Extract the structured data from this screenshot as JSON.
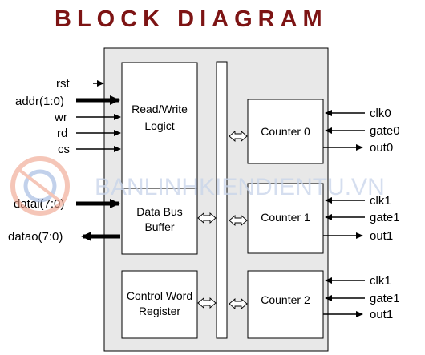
{
  "title": "BLOCK DIAGRAM",
  "watermark": "BANLINHKIENDIENTU.VN",
  "blocks": {
    "read_write": [
      "Read/Write",
      "Logict"
    ],
    "data_bus": [
      "Data Bus",
      "Buffer"
    ],
    "control_word": [
      "Control Word",
      "Register"
    ],
    "counter0": "Counter 0",
    "counter1": "Counter 1",
    "counter2": "Counter 2"
  },
  "left_signals": {
    "rst": "rst",
    "addr": "addr(1:0)",
    "wr": "wr",
    "rd": "rd",
    "cs": "cs",
    "datai": "datai(7:0)",
    "datao": "datao(7:0)"
  },
  "right_signals": {
    "counter0": [
      "clk0",
      "gate0",
      "out0"
    ],
    "counter1": [
      "clk1",
      "gate1",
      "out1"
    ],
    "counter2": [
      "clk1",
      "gate1",
      "out1"
    ]
  },
  "colors": {
    "title": "#7d1414",
    "chip_fill": "#e8e8e8",
    "block_fill": "#ffffff",
    "watermark": "#c7d4ea"
  }
}
